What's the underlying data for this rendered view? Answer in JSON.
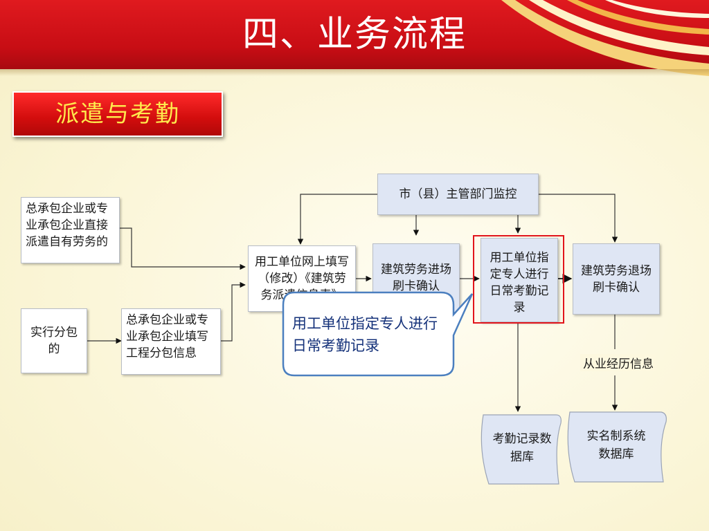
{
  "slide": {
    "title": "四、业务流程",
    "section_tag": "派遣与考勤"
  },
  "diagram": {
    "nodes": {
      "general_contract_direct": "总承包企业或专业承包企业直接派遣自有劳务的",
      "subcontract": "实行分包的",
      "general_fill_info": "总承包企业或专业承包企业填写工程分包信息",
      "employer_fill_online": "用工单位网上填写（修改）《建筑劳务派遣信息表》",
      "worker_entry_card": "建筑劳务进场刷卡确认",
      "employer_attendance": "用工单位指定专人进行日常考勤记录",
      "worker_exit_card": "建筑劳务退场刷卡确认",
      "authority_monitor": "市（县）主管部门监控",
      "attendance_db": "考勤记录数据库",
      "realname_db": "实名制系统数据库"
    },
    "edge_label_history": "从业经历信息",
    "callout": "用工单位指定专人进行日常考勤记录",
    "colors": {
      "header_red": "#c70d14",
      "tag_text": "#ffe94d",
      "node_blue": "#dfe6f4",
      "highlight_red": "#e1141b",
      "callout_border": "#4b7fbf",
      "callout_text": "#15327a"
    }
  }
}
